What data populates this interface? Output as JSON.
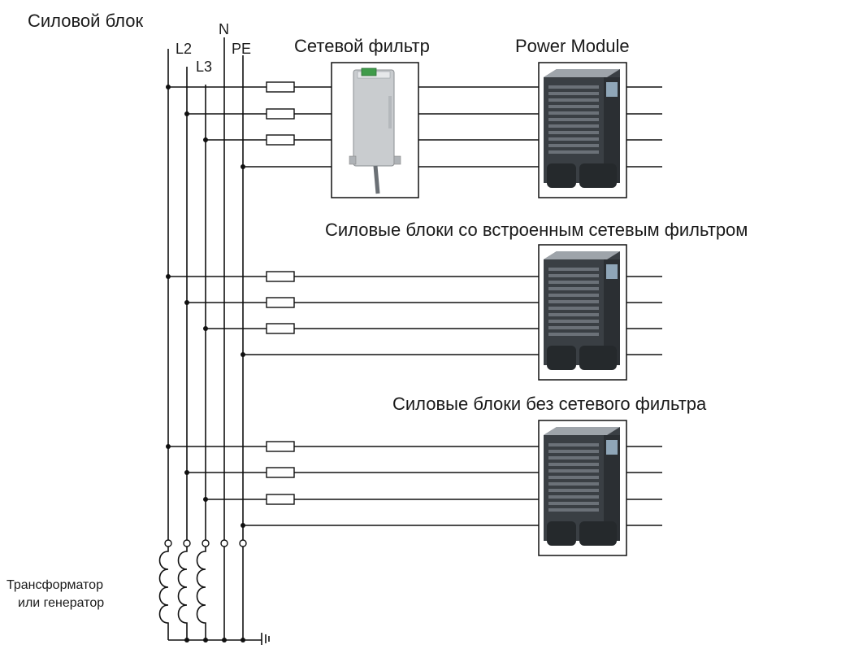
{
  "title": "Силовой блок",
  "bus_labels": [
    "N",
    "L2",
    "L3",
    "PE"
  ],
  "sections": {
    "filter_label": "Сетевой фильтр",
    "module_label": "Power Module",
    "builtin_filter_label": "Силовые блоки со встроенным сетевым фильтром",
    "no_filter_label": "Силовые блоки без сетевого фильтра"
  },
  "source": {
    "line1": "Трансформатор",
    "line2": "или генератор"
  },
  "colors": {
    "line": "#111111",
    "module_body": "#3a3f44",
    "module_vents": "#6b7178",
    "filter_body": "#c9cccf"
  },
  "icons": [
    "fuse-icon",
    "ground-icon",
    "line-filter-image",
    "power-module-image",
    "transformer-coil-icon"
  ]
}
